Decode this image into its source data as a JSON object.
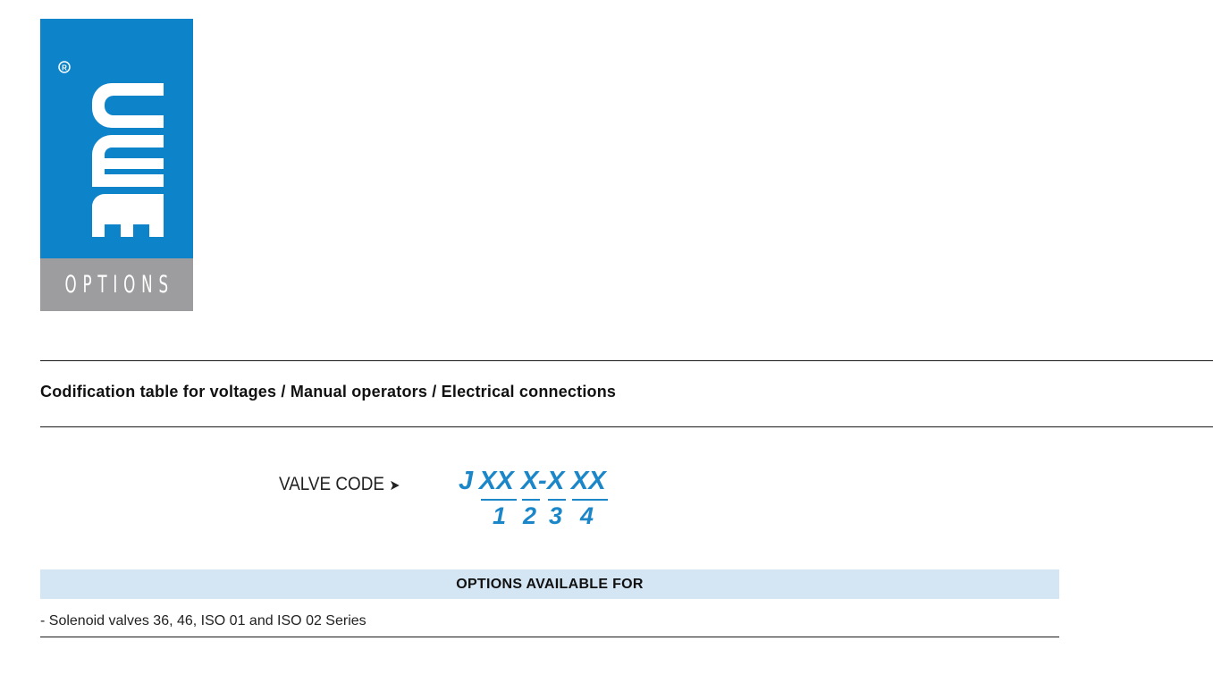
{
  "logo": {
    "brand": "MAC",
    "registered_mark": "®",
    "subtitle": "OPTIONS",
    "colors": {
      "blue": "#0d84c9",
      "gray": "#9d9d9f"
    }
  },
  "document": {
    "title": "Codification table for voltages / Manual operators / Electrical connections"
  },
  "valve_code": {
    "label": "VALVE CODE",
    "arrow": "➤",
    "prefix": "J",
    "segments": [
      "XX",
      "X",
      "-",
      "X",
      "XX"
    ],
    "digits": [
      "1",
      "2",
      "3",
      "4"
    ],
    "accent_color": "#1b86c8"
  },
  "options": {
    "header": "OPTIONS AVAILABLE FOR",
    "items": [
      "- Solenoid valves 36, 46, ISO 01 and ISO 02 Series"
    ],
    "header_bg": "#d4e5f4"
  }
}
